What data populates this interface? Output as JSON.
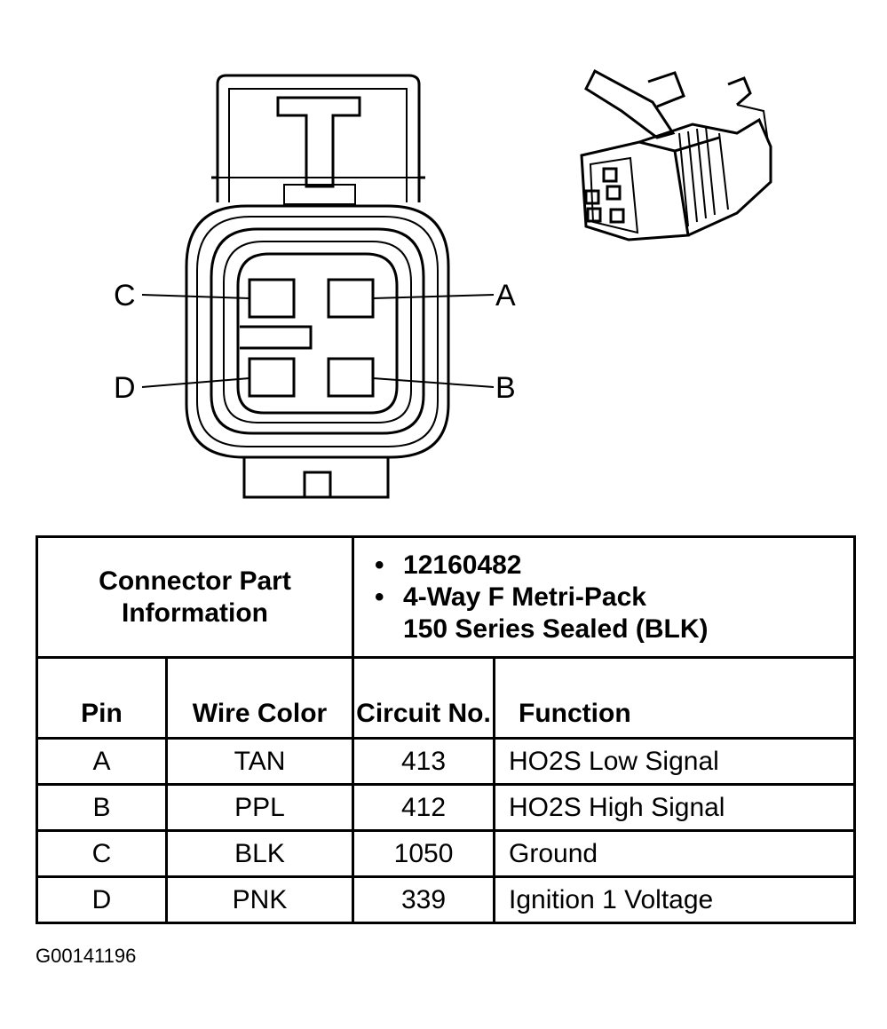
{
  "diagram": {
    "pins": {
      "a": "A",
      "b": "B",
      "c": "C",
      "d": "D"
    }
  },
  "table": {
    "part_info_label": "Connector Part Information",
    "part_numbers": [
      "12160482",
      "4-Way F Metri-Pack",
      "150 Series Sealed (BLK)"
    ],
    "columns": {
      "pin": "Pin",
      "wire_color": "Wire Color",
      "circuit": "Circuit No.",
      "function": "Function"
    },
    "rows": [
      {
        "pin": "A",
        "wire": "TAN",
        "circuit": "413",
        "function": "HO2S Low Signal"
      },
      {
        "pin": "B",
        "wire": "PPL",
        "circuit": "412",
        "function": "HO2S High Signal"
      },
      {
        "pin": "C",
        "wire": "BLK",
        "circuit": "1050",
        "function": "Ground"
      },
      {
        "pin": "D",
        "wire": "PNK",
        "circuit": "339",
        "function": "Ignition 1 Voltage"
      }
    ]
  },
  "figure_id": "G00141196"
}
